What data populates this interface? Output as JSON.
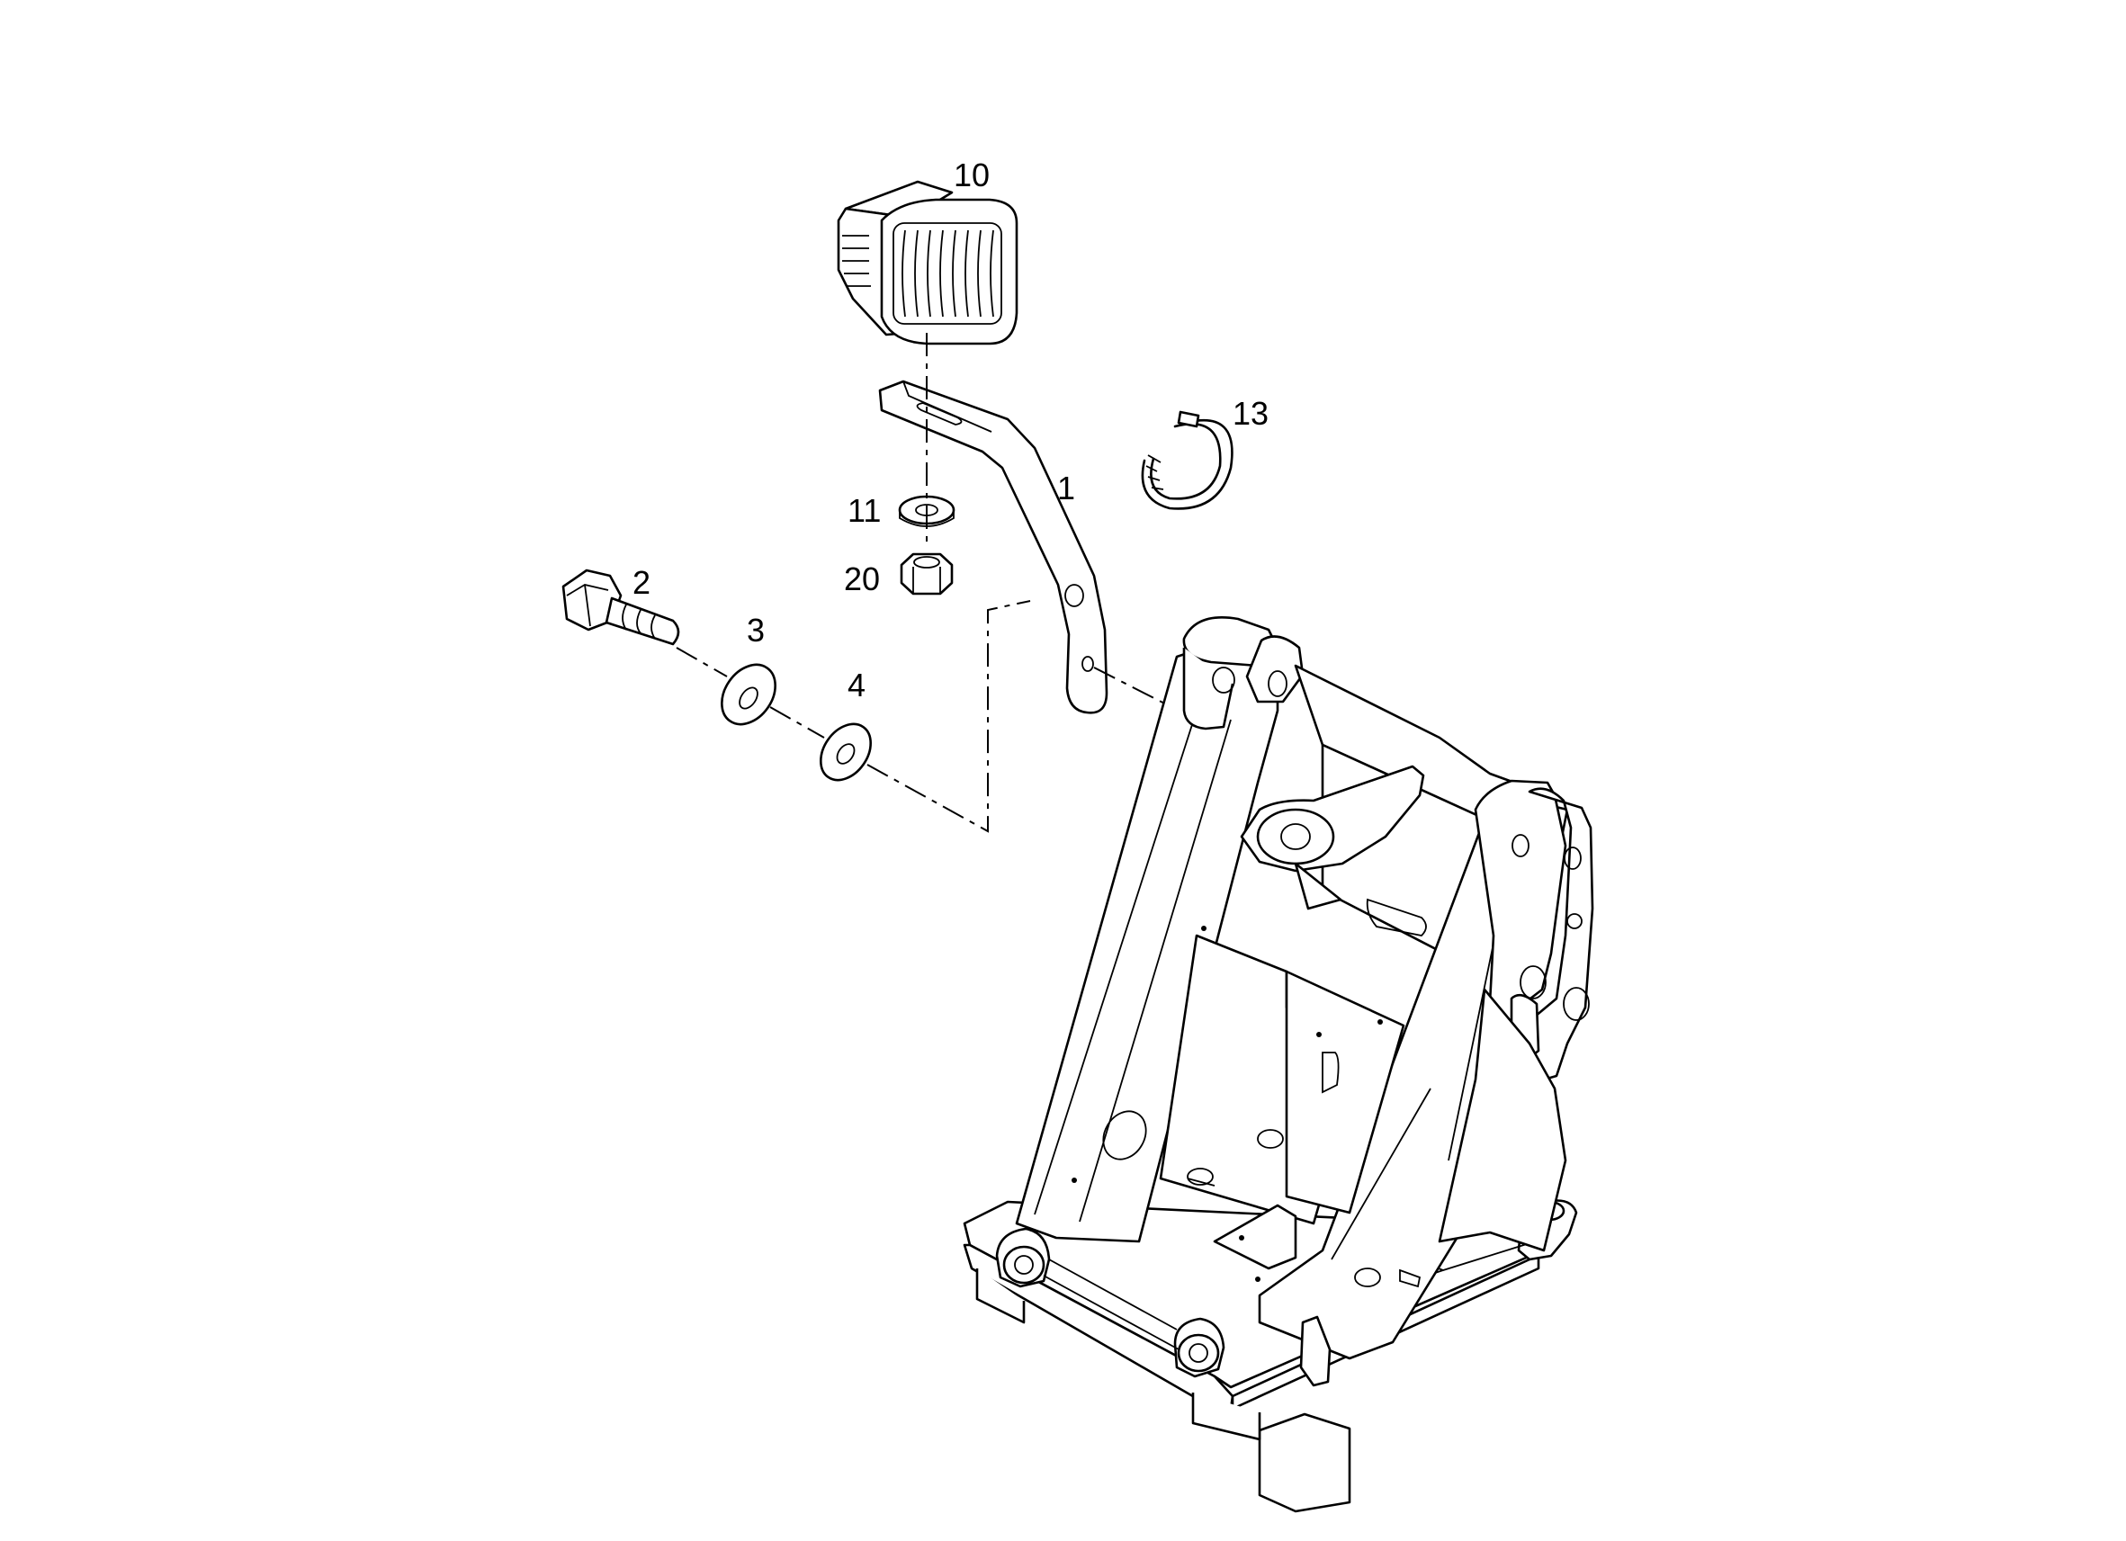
{
  "callouts": [
    {
      "id": "10",
      "label": "10"
    },
    {
      "id": "13",
      "label": "13"
    },
    {
      "id": "1",
      "label": "1"
    },
    {
      "id": "11",
      "label": "11"
    },
    {
      "id": "20",
      "label": "20"
    },
    {
      "id": "2",
      "label": "2"
    },
    {
      "id": "3",
      "label": "3"
    },
    {
      "id": "4",
      "label": "4"
    }
  ],
  "parts": {
    "work_light": "work-light",
    "bracket": "bracket",
    "washer": "washer",
    "nut": "nut",
    "bolt": "bolt",
    "hose_clamp": "hose-clamp",
    "loader_frame": "loader-frame"
  },
  "colors": {
    "line": "#000000",
    "background": "#ffffff"
  }
}
